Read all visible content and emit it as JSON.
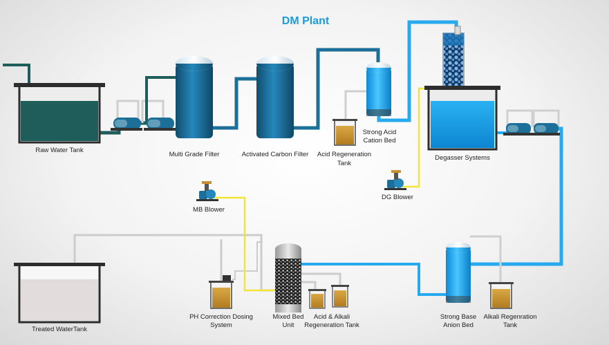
{
  "title": "DM Plant",
  "colors": {
    "title": "#1e9ad8",
    "raw_water": "#1f5d5a",
    "filter_blue": "#1c6f98",
    "bright_blue": "#27a9ef",
    "air_line": "#f3e533",
    "pipe_gray": "#c8c8c8",
    "chemical": "#c9922f"
  },
  "labels": {
    "raw_water_tank": "Raw Water Tank",
    "multi_grade_filter": "Multi Grade Filter",
    "activated_carbon_filter": "Activated Carbon Filter",
    "acid_regeneration_tank": [
      "Acid Regeneration",
      "Tank"
    ],
    "strong_acid_cation_bed": [
      "Strong Acid",
      "Cation Bed"
    ],
    "degasser_systems": "Degasser Systems",
    "dg_blower": "DG Blower",
    "mb_blower": "MB Blower",
    "treated_water_tank": "Treated WaterTank",
    "ph_correction": [
      "PH Correction Dosing",
      "System"
    ],
    "mixed_bed_unit": [
      "Mixed Bed",
      "Unit"
    ],
    "acid_alkali_regeneration_tank": [
      "Acid & Alkali",
      "Regeneration Tank"
    ],
    "strong_base_anion_bed": [
      "Strong Base",
      "Anion Bed"
    ],
    "alkali_regeneration_tank": [
      "Alkali Regenration",
      "Tank"
    ]
  },
  "icons": [
    "pump-icon",
    "blower-icon"
  ]
}
